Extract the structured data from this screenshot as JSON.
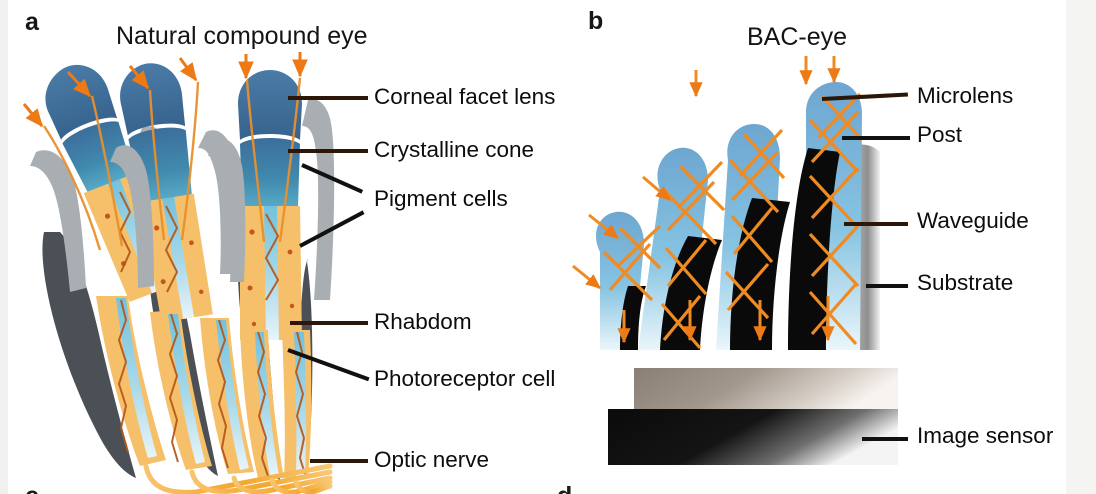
{
  "figure": {
    "background": "#ffffff",
    "outer_background": "#f2f2f1"
  },
  "panels": [
    {
      "letter": "a",
      "title": "Natural compound eye",
      "labels": [
        {
          "text": "Corneal facet lens",
          "name": "label-corneal-facet-lens"
        },
        {
          "text": "Crystalline cone",
          "name": "label-crystalline-cone"
        },
        {
          "text": "Pigment cells",
          "name": "label-pigment-cells"
        },
        {
          "text": "Rhabdom",
          "name": "label-rhabdom"
        },
        {
          "text": "Photoreceptor cell",
          "name": "label-photoreceptor-cell"
        },
        {
          "text": "Optic nerve",
          "name": "label-optic-nerve"
        }
      ]
    },
    {
      "letter": "b",
      "title": "BAC-eye",
      "labels": [
        {
          "text": "Microlens",
          "name": "label-microlens"
        },
        {
          "text": "Post",
          "name": "label-post"
        },
        {
          "text": "Waveguide",
          "name": "label-waveguide"
        },
        {
          "text": "Substrate",
          "name": "label-substrate"
        },
        {
          "text": "Image sensor",
          "name": "label-image-sensor"
        }
      ]
    }
  ],
  "cut_off_panels": [
    {
      "letter": "c"
    },
    {
      "letter": "d"
    }
  ],
  "colors": {
    "corneal_lens": "#3d6e99",
    "crystalline_cone": "#3e7fa6",
    "pigment_cell_light": "#a9aeb2",
    "pigment_cell_dark": "#4a5056",
    "photoreceptor": "#f6c06a",
    "rhabdom": "#9fd2e4",
    "optic_nerve": "#f5a93c",
    "light_ray": "#ee7a15",
    "waveguide_blue": "#6ba3ce",
    "post_black": "#0a0a0a",
    "substrate_grey": "#8d8d8d",
    "sensor_top": "#8d8279",
    "sensor_bottom": "#111111",
    "label_text": "#0d0d0d"
  }
}
